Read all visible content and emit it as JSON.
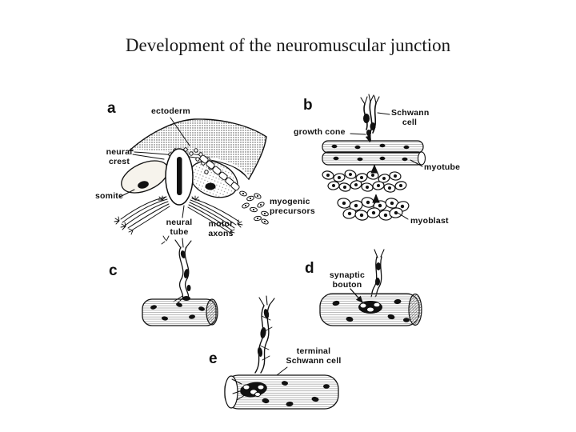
{
  "slide": {
    "title": "Development of the neuromuscular junction",
    "background": "#ffffff",
    "ink_color": "#111111"
  },
  "figure": {
    "description": "Five-panel hand-drawn diagram of neuromuscular junction development",
    "panels": {
      "a": {
        "letter": "a",
        "labels": {
          "ectoderm": "ectoderm",
          "neural_crest": "neural\ncrest",
          "somite": "somite",
          "neural_tube": "neural\ntube",
          "motor_axons": "motor\naxons",
          "myogenic_precursors": "myogenic\nprecursors"
        }
      },
      "b": {
        "letter": "b",
        "labels": {
          "growth_cone": "growth cone",
          "schwann_cell": "Schwann\ncell",
          "myotube": "myotube",
          "myoblast": "myoblast"
        }
      },
      "c": {
        "letter": "c",
        "labels": {}
      },
      "d": {
        "letter": "d",
        "labels": {
          "synaptic_bouton": "synaptic\nbouton"
        }
      },
      "e": {
        "letter": "e",
        "labels": {
          "terminal_schwann_cell": "terminal\nSchwann cell"
        }
      }
    }
  }
}
